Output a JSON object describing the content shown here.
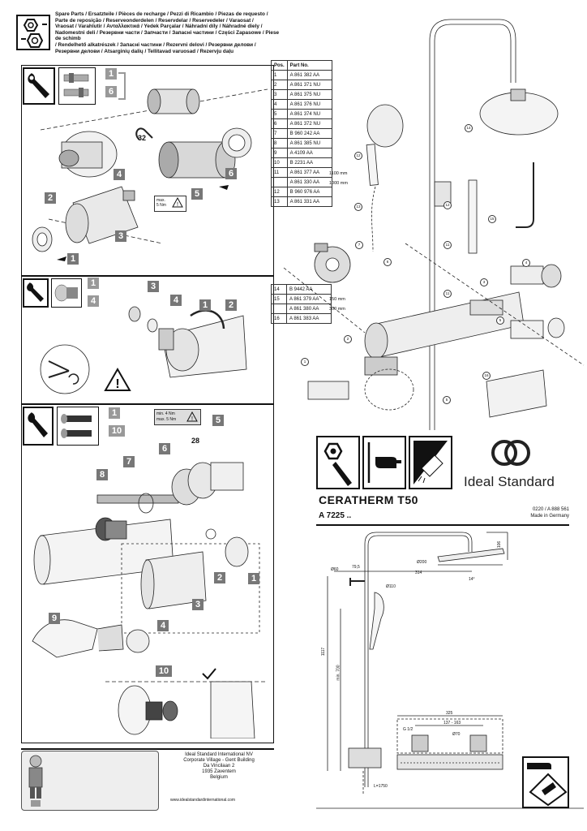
{
  "header": {
    "languages_line1": "Spare Parts / Ersatzteile / Pièces de recharge / Pezzi di Ricambio / Piezas de requesto /",
    "languages_line2": "Parte de reposição / Reserveonderdelen / Reservdelar / Reservedeler / Varaosat /",
    "languages_line3": "Vraosat / Varahlutir / Ανταλλακτικά / Yedek Parçalar / Náhradní díly / Náhradné diely /",
    "languages_line4": "Nadomestni deli / Резервни части / Запчасти / Запасні частини / Części Zapasowe / Piese de schimb",
    "languages_line5": "/ Rendelhető alkatrészek / Запасні частини / Rezervni delovi / Резервни делови /",
    "languages_line6": "Резервни делови / Atsarginių dalių / Tellitavad varuosad / Rezervju daļu"
  },
  "parts_table_1": {
    "headers": [
      "Pos.",
      "Part No."
    ],
    "rows": [
      [
        "1",
        "A 861 382 AA"
      ],
      [
        "2",
        "A 861 371 NU"
      ],
      [
        "3",
        "A 861 375 NU"
      ],
      [
        "4",
        "A 861 376 NU"
      ],
      [
        "5",
        "A 861 374 NU"
      ],
      [
        "6",
        "A 861 372 NU"
      ],
      [
        "7",
        "B 960 242 AA"
      ],
      [
        "8",
        "A 861 385 NU"
      ],
      [
        "9",
        "A 4109 AA"
      ],
      [
        "10",
        "B 2231 AA"
      ],
      [
        "11",
        "A 861 377 AA"
      ],
      [
        "",
        "A 861 330 AA"
      ],
      [
        "12",
        "B 960 976 AA"
      ],
      [
        "13",
        "A 861 331 AA"
      ]
    ],
    "note_11a": "1100 mm",
    "note_11b": "1000 mm"
  },
  "parts_table_2": {
    "rows": [
      [
        "14",
        "B 9442 AA"
      ],
      [
        "15",
        "A 861 379 AA"
      ],
      [
        "",
        "A 861 380 AA"
      ],
      [
        "16",
        "A 861 383 AA"
      ]
    ],
    "note_15a": "150 mm",
    "note_15b": "300 mm"
  },
  "diagram1": {
    "step_top_a": "1",
    "step_top_b": "6",
    "wrench_size": "32",
    "torque_max": "max.",
    "torque_value": "5 Nm",
    "labels": [
      "1",
      "2",
      "3",
      "4",
      "5",
      "6"
    ]
  },
  "diagram2": {
    "step_top_a": "1",
    "step_top_b": "4",
    "labels": [
      "1",
      "2",
      "3",
      "4"
    ]
  },
  "diagram3": {
    "step_top_a": "1",
    "step_top_b": "10",
    "torque_min": "min. 4 Nm",
    "torque_max": "max. 5 Nm",
    "wrench_size": "28",
    "labels": [
      "1",
      "2",
      "3",
      "4",
      "5",
      "6",
      "7",
      "8",
      "9",
      "10"
    ]
  },
  "brand": {
    "name": "Ideal Standard"
  },
  "product": {
    "title": "CERATHERM T50",
    "model": "A 7225 ..",
    "code": "0220 / A 888 561",
    "made_in": "Made in Germany"
  },
  "dimensions": {
    "d200": "Ø200",
    "d60": "Ø60",
    "w795": "79,5",
    "w314": "314",
    "h106": "106",
    "angle": "14°",
    "d110": "Ø110",
    "h1117": "1117",
    "min700": "min. 700",
    "w325": "325",
    "range": "137 - 163",
    "g12": "G 1/2",
    "d70": "Ø70",
    "l1750": "L=1750"
  },
  "footer": {
    "company": "Ideal Standard International NV",
    "address1": "Corporate Village - Gent Building",
    "address2": "Da Vincilaan 2",
    "address3": "1935 Zaventem",
    "address4": "Belgium",
    "website": "www.idealstandardinternational.com"
  },
  "exploded_callouts": [
    "1",
    "2",
    "3",
    "4",
    "5",
    "6",
    "7",
    "8",
    "9",
    "10",
    "11",
    "12",
    "13",
    "14",
    "15",
    "16"
  ]
}
